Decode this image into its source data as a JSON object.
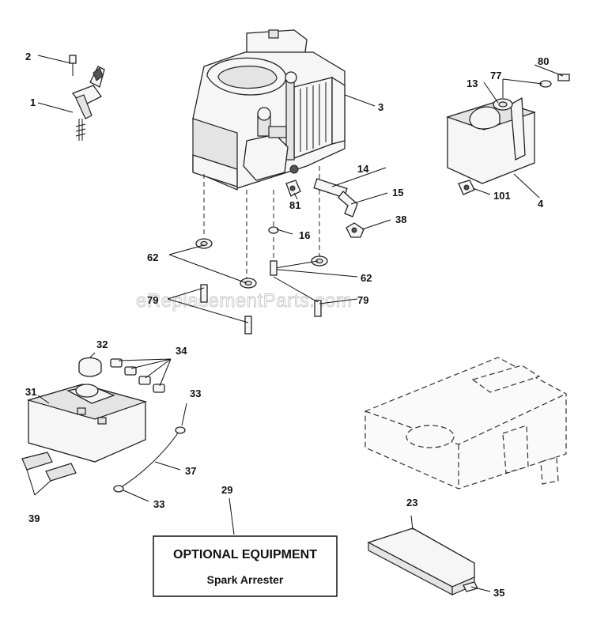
{
  "watermark": "eReplacementParts.com",
  "note": {
    "title": "OPTIONAL EQUIPMENT",
    "subtitle": "Spark Arrester"
  },
  "labels": {
    "p1": "1",
    "p2": "2",
    "p3": "3",
    "p4": "4",
    "p13": "13",
    "p14": "14",
    "p15": "15",
    "p16": "16",
    "p23": "23",
    "p29": "29",
    "p31": "31",
    "p32": "32",
    "p33a": "33",
    "p33b": "33",
    "p34": "34",
    "p35": "35",
    "p37": "37",
    "p38": "38",
    "p39": "39",
    "p62a": "62",
    "p62b": "62",
    "p77": "77",
    "p79a": "79",
    "p79b": "79",
    "p80": "80",
    "p81": "81",
    "p101": "101"
  }
}
